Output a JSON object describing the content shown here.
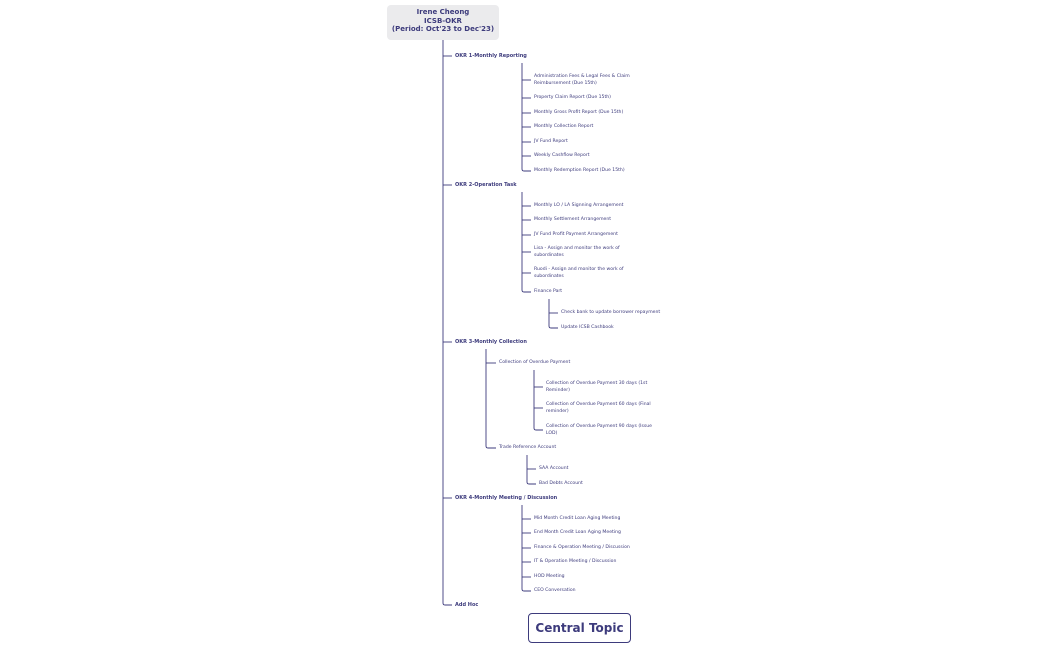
{
  "root": {
    "line1": "Irene Cheong",
    "line2": "ICSB-OKR",
    "line3": "(Period: Oct'23 to Dec'23)"
  },
  "okr1": {
    "title": "OKR 1-Monthly Reporting",
    "items": [
      "Administration Fees & Legal Fees & Claim Reimbursement (Due 15th)",
      "Property Claim Report (Due 15th)",
      "Monthly Gross Profit Report (Due 15th)",
      "Monthly Collection Report",
      "JV Fund Report",
      "Weekly Cashflow Report",
      "Monthly Redemption Report (Due 15th)"
    ]
  },
  "okr2": {
    "title": "OKR 2-Operation Task",
    "items": [
      "Monthly LO / LA Signning  Arrangement",
      "Monthly Settlement Arrangement",
      "JV Fund Profit Payment Arrangement",
      "Lisa - Assign and monitor the work of subordinates",
      " Ruodi - Assign and monitor the work of subordinates",
      "Finance Part"
    ],
    "finance_part": [
      "Check bank to update borrower repayment",
      "Update ICSB Cashbook"
    ]
  },
  "okr3": {
    "title": "OKR 3-Monthly Collection",
    "overdue": {
      "label": "Collection of Overdue Payment",
      "items": [
        "Collection of Overdue Payment 30 days (1st Reminder)",
        "Collection of Overdue Payment 60 days (Final reminder)",
        "Collection of Overdue Payment 90 days (Issue LOD)"
      ]
    },
    "trade": {
      "label": "Trade Reference Account",
      "items": [
        "SAA Account",
        "Bad Debts Account"
      ]
    }
  },
  "okr4": {
    "title": "OKR 4-Monthly Meeting / Discussion",
    "items": [
      "Mid Month Credit Loan Aging Meeting",
      "End Month Credit Loan Aging Meeting",
      "Finance & Operation Meeting / Discussion",
      "IT & Operation Meeting / Discussion",
      "HOD Meeting",
      "CEO Conversation"
    ]
  },
  "adhoc": "Add Hoc",
  "central_topic": "Central Topic",
  "colors": {
    "line": "#3d3b7c",
    "text": "#3d3b7c",
    "root_bg": "#ebebed"
  }
}
